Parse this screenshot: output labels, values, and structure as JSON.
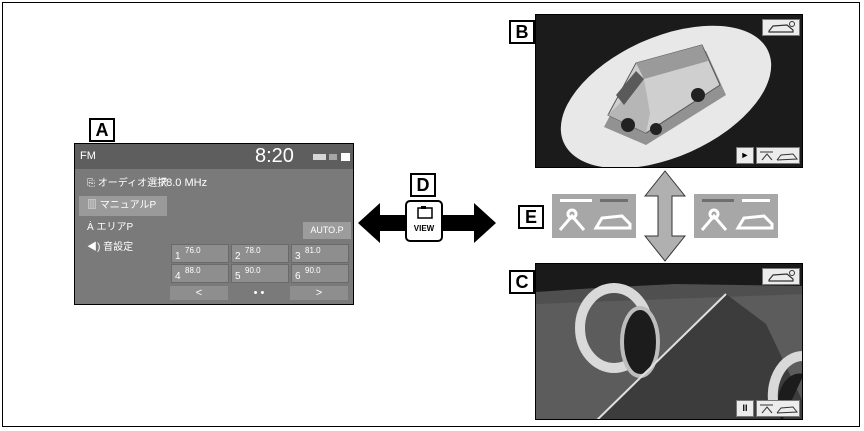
{
  "callouts": {
    "a": "A",
    "b": "B",
    "c": "C",
    "d": "D",
    "e": "E"
  },
  "radio": {
    "band": "FM",
    "clock": "8:20",
    "frequency": "78.0 MHz",
    "menu": [
      "オーディオ選択",
      "マニュアルP",
      "エリアP",
      "音設定"
    ],
    "auto_button": "AUTO.P",
    "presets": [
      {
        "num": "1",
        "freq": "76.0"
      },
      {
        "num": "2",
        "freq": "78.0"
      },
      {
        "num": "3",
        "freq": "81.0"
      },
      {
        "num": "4",
        "freq": "88.0"
      },
      {
        "num": "5",
        "freq": "90.0"
      },
      {
        "num": "6",
        "freq": "90.0"
      }
    ],
    "prev": "<",
    "page_dots": "• •",
    "next": ">"
  },
  "view_button": {
    "label": "VIEW"
  },
  "screen_b": {
    "play_icon": "►"
  },
  "screen_c": {
    "pause_icon": "II"
  },
  "colors": {
    "screen_dark": "#1b1b1b",
    "radio_bg": "#7a7a7a",
    "road": "#444444"
  }
}
